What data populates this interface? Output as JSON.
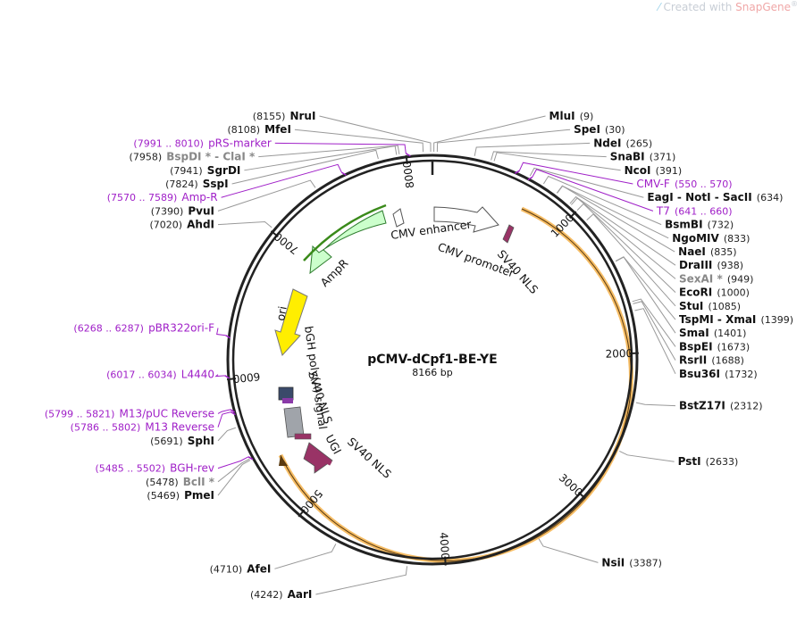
{
  "watermark": {
    "prefix": "Created with ",
    "brand": "SnapGene",
    "mark": "®"
  },
  "plasmid": {
    "name": "pCMV-dCpf1-BE-YE",
    "length": "8166 bp",
    "total_bp": 8166
  },
  "ticks": [
    {
      "bp": 1000,
      "label": "1000"
    },
    {
      "bp": 2000,
      "label": "2000"
    },
    {
      "bp": 3000,
      "label": "3000"
    },
    {
      "bp": 4000,
      "label": "4000"
    },
    {
      "bp": 5000,
      "label": "5000"
    },
    {
      "bp": 6000,
      "label": "6000"
    },
    {
      "bp": 7000,
      "label": "7000"
    },
    {
      "bp": 8000,
      "label": "8000"
    }
  ],
  "colors": {
    "ring": "#222222",
    "site_line": "#888888",
    "primer": "#a020c8",
    "ampr": "#ccffcc",
    "ampr_stroke": "#2f7d2f",
    "ori": "#ffee00",
    "ugi": "#993366",
    "sv40nls": "#993366",
    "cds_orange": "#f5a623",
    "gray_feature": "#a0a4aa"
  },
  "sites": [
    {
      "name": "MluI",
      "pos": "(9)",
      "bp": 9
    },
    {
      "name": "SpeI",
      "pos": "(30)",
      "bp": 30
    },
    {
      "name": "NdeI",
      "pos": "(265)",
      "bp": 265
    },
    {
      "name": "SnaBI",
      "pos": "(371)",
      "bp": 371
    },
    {
      "name": "NcoI",
      "pos": "(391)",
      "bp": 391
    },
    {
      "name": "EagI - NotI - SacII",
      "pos": "(634)",
      "bp": 634
    },
    {
      "name": "BsmBI",
      "pos": "(732)",
      "bp": 732
    },
    {
      "name": "NgoMIV",
      "pos": "(833)",
      "bp": 833
    },
    {
      "name": "NaeI",
      "pos": "(835)",
      "bp": 835
    },
    {
      "name": "DraIII",
      "pos": "(938)",
      "bp": 938
    },
    {
      "name": "SexAI *",
      "pos": "(949)",
      "bp": 949,
      "gray": true
    },
    {
      "name": "EcoRI",
      "pos": "(1000)",
      "bp": 1000
    },
    {
      "name": "StuI",
      "pos": "(1085)",
      "bp": 1085
    },
    {
      "name": "TspMI - XmaI",
      "pos": "(1399)",
      "bp": 1399
    },
    {
      "name": "SmaI",
      "pos": "(1401)",
      "bp": 1401
    },
    {
      "name": "BspEI",
      "pos": "(1673)",
      "bp": 1673
    },
    {
      "name": "RsrII",
      "pos": "(1688)",
      "bp": 1688
    },
    {
      "name": "Bsu36I",
      "pos": "(1732)",
      "bp": 1732
    },
    {
      "name": "BstZ17I",
      "pos": "(2312)",
      "bp": 2312
    },
    {
      "name": "PstI",
      "pos": "(2633)",
      "bp": 2633
    },
    {
      "name": "NsiI",
      "pos": "(3387)",
      "bp": 3387
    },
    {
      "name": "AarI",
      "pos": "(4242)",
      "bp": 4242
    },
    {
      "name": "AfeI",
      "pos": "(4710)",
      "bp": 4710
    },
    {
      "name": "PmeI",
      "pos": "(5469)",
      "bp": 5469
    },
    {
      "name": "BclI *",
      "pos": "(5478)",
      "bp": 5478,
      "gray": true
    },
    {
      "name": "SphI",
      "pos": "(5691)",
      "bp": 5691
    },
    {
      "name": "PvuI",
      "pos": "(7390)",
      "bp": 7390
    },
    {
      "name": "AhdI",
      "pos": "(7020)",
      "bp": 7020
    },
    {
      "name": "SspI",
      "pos": "(7824)",
      "bp": 7824
    },
    {
      "name": "SgrDI",
      "pos": "(7941)",
      "bp": 7941
    },
    {
      "name": "BspDI * - ClaI *",
      "pos": "(7958)",
      "bp": 7958,
      "gray": true
    },
    {
      "name": "MfeI",
      "pos": "(8108)",
      "bp": 8108
    },
    {
      "name": "NruI",
      "pos": "(8155)",
      "bp": 8155
    }
  ],
  "primers": [
    {
      "name": "CMV-F",
      "range": "(550 .. 570)",
      "bp": 560
    },
    {
      "name": "T7",
      "range": "(641 .. 660)",
      "bp": 650
    },
    {
      "name": "pRS-marker",
      "range": "(7991 .. 8010)",
      "bp": 8000
    },
    {
      "name": "Amp-R",
      "range": "(7570 .. 7589)",
      "bp": 7580
    },
    {
      "name": "pBR322ori-F",
      "range": "(6268 .. 6287)",
      "bp": 6277
    },
    {
      "name": "L4440",
      "range": "(6017 .. 6034)",
      "bp": 6025
    },
    {
      "name": "M13/pUC Reverse",
      "range": "(5799 .. 5821)",
      "bp": 5810
    },
    {
      "name": "M13 Reverse",
      "range": "(5786 .. 5802)",
      "bp": 5794
    },
    {
      "name": "BGH-rev",
      "range": "(5485 .. 5502)",
      "bp": 5493
    }
  ],
  "features": [
    {
      "name": "CMV enhancer",
      "start": 1,
      "end": 380
    },
    {
      "name": "CMV promoter",
      "start": 381,
      "end": 584
    },
    {
      "name": "SV40 NLS",
      "start": 640,
      "end": 660
    },
    {
      "name": "AmpR",
      "start": 6800,
      "end": 7660
    },
    {
      "name": "ori",
      "start": 6150,
      "end": 6700
    },
    {
      "name": "bGH poly(A) signal",
      "start": 5520,
      "end": 5745
    },
    {
      "name": "SV40 NLS",
      "start": 5430,
      "end": 5460
    },
    {
      "name": "UGI",
      "start": 5170,
      "end": 5420
    },
    {
      "name": "SV40 NLS",
      "start": 5140,
      "end": 5165
    }
  ]
}
